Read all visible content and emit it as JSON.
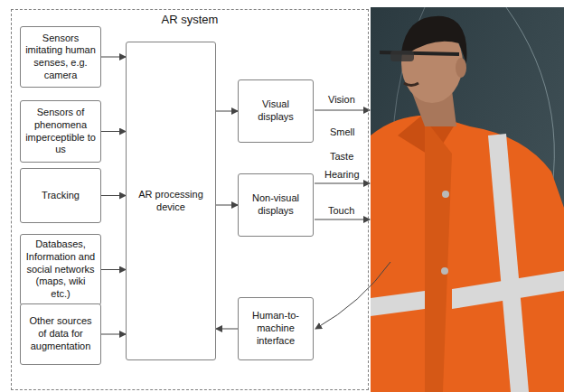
{
  "diagram": {
    "nodes": [
      {
        "text": [
          "AR system"
        ]
      },
      {
        "text": [
          "Sensors imitating human senses, e.g. camera"
        ],
        "in": 0
      },
      {
        "text": [
          "Sensors of phenomena imperceptible to us"
        ],
        "in": 0
      },
      {
        "text": [
          "Tracking"
        ],
        "in": 0
      },
      {
        "text": [
          "Databases, Information and social networks (maps, wiki etc.)"
        ],
        "in": 0
      },
      {
        "text": [
          "Other sources of data for augmentation"
        ],
        "in": 0
      },
      {
        "text": [
          "AR processing device"
        ],
        "in": 0
      },
      {
        "text": [
          "Visual displays"
        ],
        "in": 0
      },
      {
        "text": [
          "Non-visual displays"
        ],
        "in": 0
      },
      {
        "text": [
          "Human-to-machine interface"
        ],
        "in": 0
      }
    ],
    "edges": [
      {
        "from": 1,
        "to": 6,
        "arrow": "to"
      },
      {
        "from": 2,
        "to": 6,
        "arrow": "to"
      },
      {
        "from": 3,
        "to": 6,
        "arrow": "to"
      },
      {
        "from": 4,
        "to": 6,
        "arrow": "to"
      },
      {
        "from": 5,
        "to": 6,
        "arrow": "to"
      },
      {
        "from": 6,
        "to": 7,
        "arrow": "to"
      },
      {
        "from": 6,
        "to": 8,
        "arrow": "to"
      },
      {
        "from": 9,
        "to": 6,
        "arrow": "to"
      }
    ],
    "labels": [
      "Vision",
      "Smell",
      "Taste",
      "Hearing",
      "Touch"
    ]
  }
}
